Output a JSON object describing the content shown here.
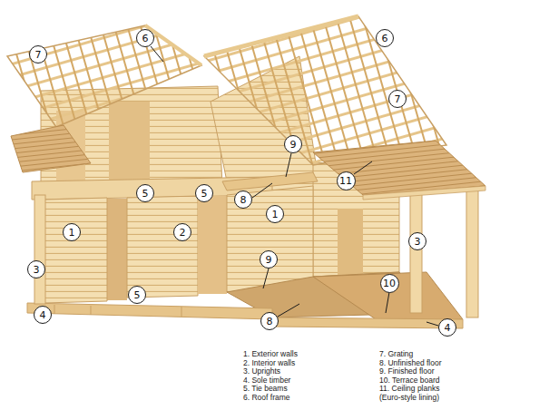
{
  "diagram": {
    "nodes": [
      {
        "text": [
          "6"
        ]
      },
      {
        "text": [
          "6"
        ]
      },
      {
        "text": [
          "7"
        ]
      },
      {
        "text": [
          "7"
        ]
      },
      {
        "text": [
          "9"
        ]
      },
      {
        "text": [
          "11"
        ]
      },
      {
        "text": [
          "5"
        ]
      },
      {
        "text": [
          "5"
        ]
      },
      {
        "text": [
          "8"
        ]
      },
      {
        "text": [
          "1"
        ]
      },
      {
        "text": [
          "1"
        ]
      },
      {
        "text": [
          "2"
        ]
      },
      {
        "text": [
          "3"
        ]
      },
      {
        "text": [
          "9"
        ]
      },
      {
        "text": [
          "3"
        ]
      },
      {
        "text": [
          "10"
        ]
      },
      {
        "text": [
          "5"
        ]
      },
      {
        "text": [
          "4"
        ]
      },
      {
        "text": [
          "8"
        ]
      },
      {
        "text": [
          "4"
        ]
      }
    ],
    "labels": [
      "1. Exterior walls",
      "2. Interior walls",
      "3. Uprights",
      "4. Sole timber",
      "5. Tie beams",
      "6. Roof frame",
      "7. Grating",
      "8. Unfinished floor",
      "9. Finished floor",
      "10. Terrace board",
      "11. Ceiling planks (Euro-style lining)"
    ]
  }
}
